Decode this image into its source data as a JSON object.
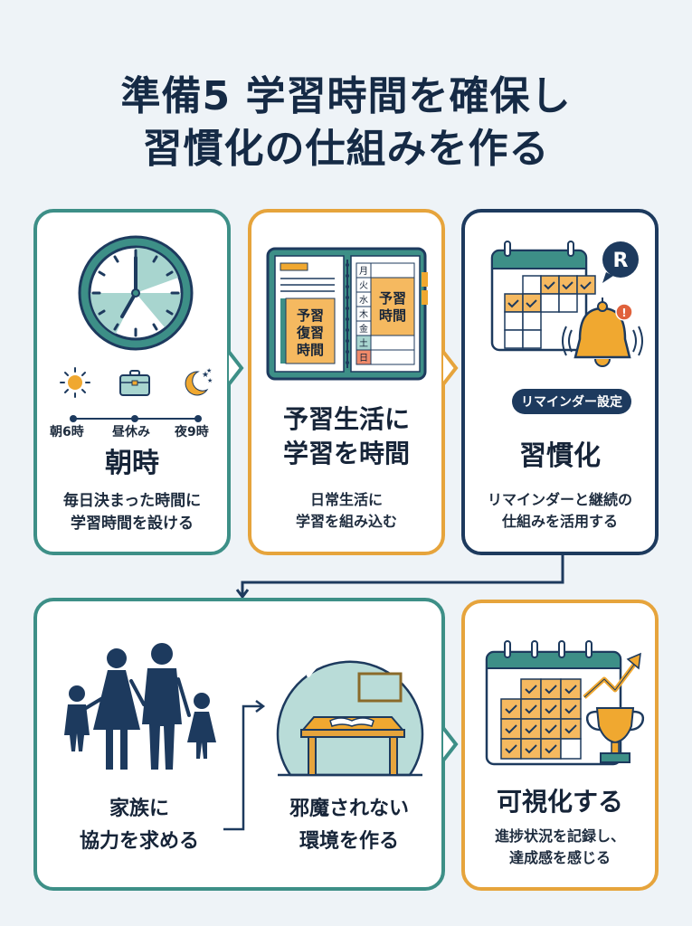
{
  "title": {
    "line1": "準備5 学習時間を確保し",
    "line2": "習慣化の仕組みを作る"
  },
  "colors": {
    "teal": "#3d8f87",
    "orange": "#e6a43c",
    "navy": "#1d3a5e",
    "background": "#eef3f7",
    "light_teal": "#a8d5cf",
    "alert_red": "#e0623c"
  },
  "cards": {
    "morning": {
      "timeline": [
        "朝6時",
        "昼休み",
        "夜9時"
      ],
      "timeline_icons": [
        "sun-icon",
        "lunchbox-icon",
        "moon-icon"
      ],
      "heading": "朝時",
      "description_line1": "毎日決まった時間に",
      "description_line2": "学習時間を設ける"
    },
    "planner": {
      "left_page_label": [
        "予習",
        "復習",
        "時間"
      ],
      "weekdays": [
        "月",
        "火",
        "水",
        "木",
        "金",
        "土",
        "日"
      ],
      "right_page_label": [
        "予習",
        "時間"
      ],
      "heading_line1": "予習生活に",
      "heading_line2": "学習を時間",
      "description_line1": "日常生活に",
      "description_line2": "学習を組み込む"
    },
    "habit": {
      "badge_letter": "R",
      "reminder_pill": "リマインダー設定",
      "heading": "習慣化",
      "description_line1": "リマインダーと継続の",
      "description_line2": "仕組みを活用する"
    },
    "family": {
      "heading_line1": "家族に",
      "heading_line2": "協力を求める",
      "env_heading_line1": "邪魔されない",
      "env_heading_line2": "環境を作る"
    },
    "visualize": {
      "heading": "可視化する",
      "description_line1": "進捗状況を記録し、",
      "description_line2": "達成感を感じる"
    }
  }
}
